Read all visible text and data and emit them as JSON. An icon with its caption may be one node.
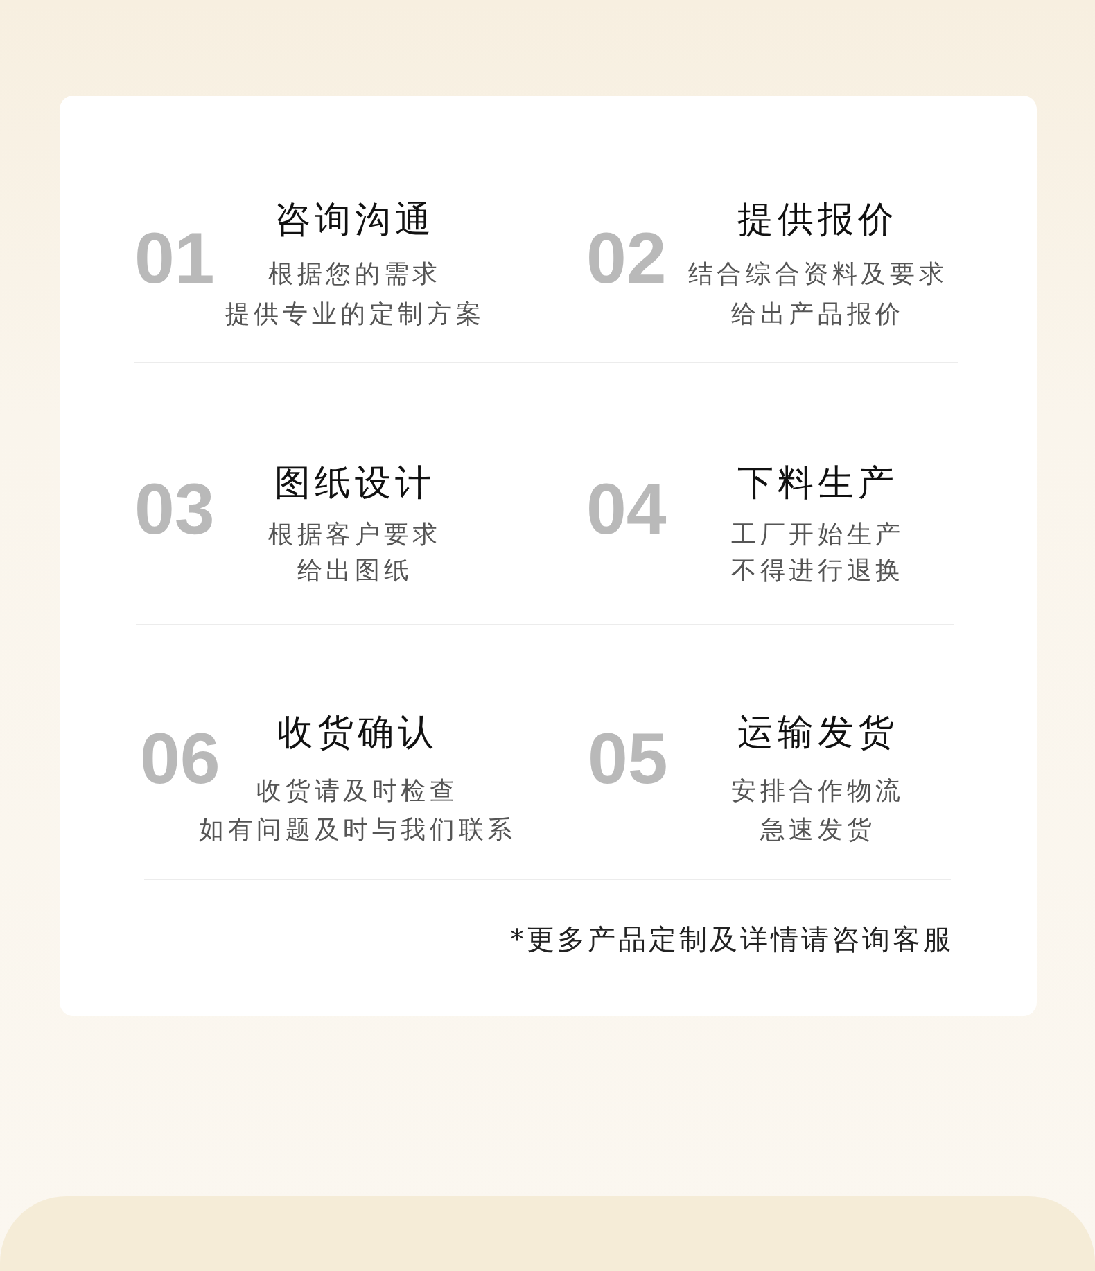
{
  "diagram": {
    "labels": [
      "01",
      "咨询沟通",
      "根据您的需求",
      "提供专业的定制方案",
      "02",
      "提供报价",
      "结合综合资料及要求",
      "给出产品报价",
      "03",
      "图纸设计",
      "根据客户要求",
      "给出图纸",
      "04",
      "下料生产",
      "工厂开始生产",
      "不得进行退换",
      "06",
      "收货确认",
      "收货请及时检查",
      "如有问题及时与我们联系",
      "05",
      "运输发货",
      "安排合作物流",
      "急速发货",
      "*更多产品定制及详情请咨询客服"
    ]
  }
}
